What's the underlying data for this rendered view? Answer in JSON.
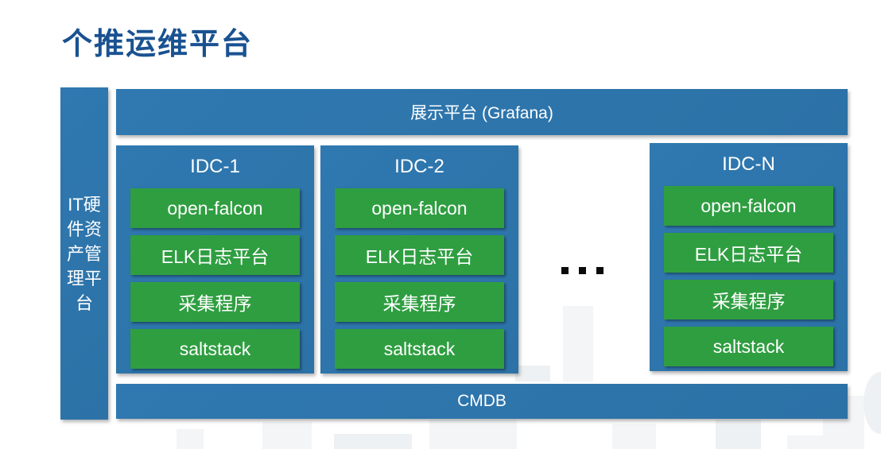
{
  "title": "个推运维平台",
  "left_bar": {
    "label": "IT硬件资产管理平台",
    "lines": [
      "IT硬",
      "件资",
      "产管",
      "理平",
      "台"
    ]
  },
  "top_bar": {
    "label": "展示平台 (Grafana)"
  },
  "columns": [
    {
      "title": "IDC-1",
      "boxes": [
        "open-falcon",
        "ELK日志平台",
        "采集程序",
        "saltstack"
      ]
    },
    {
      "title": "IDC-2",
      "boxes": [
        "open-falcon",
        "ELK日志平台",
        "采集程序",
        "saltstack"
      ]
    },
    {
      "title": "IDC-N",
      "boxes": [
        "open-falcon",
        "ELK日志平台",
        "采集程序",
        "saltstack"
      ]
    }
  ],
  "ellipsis": "...",
  "bottom_bar": {
    "label": "CMDB"
  },
  "colors": {
    "title_blue": "#1a5291",
    "panel_blue": "#2e76ad",
    "box_green": "#2f9e41",
    "text_white": "#ffffff",
    "ellipsis_black": "#0a0a0a",
    "watermark_gray": "#f3f5f7"
  }
}
